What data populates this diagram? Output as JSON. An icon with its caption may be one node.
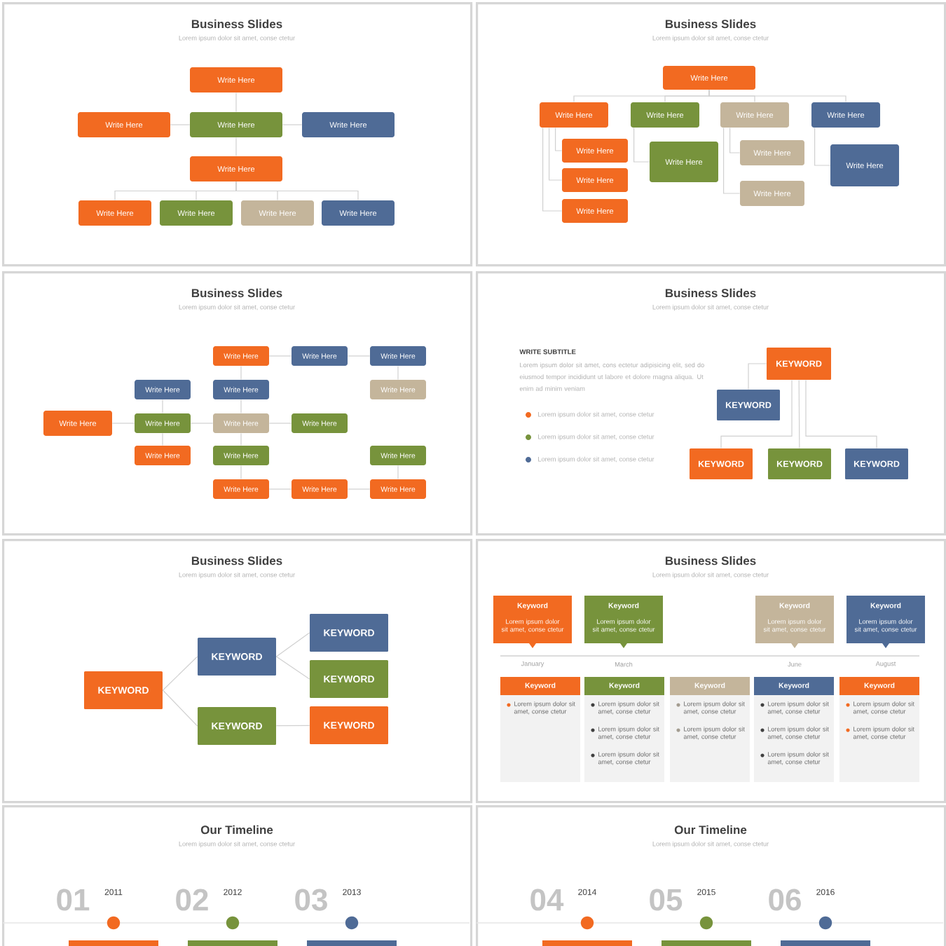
{
  "diagram": {
    "nodes": [
      {
        "text": [
          "Business Slides",
          "Lorem ipsum dolor sit amet, conse ctetur"
        ]
      },
      {
        "text": [
          "Write Here"
        ],
        "in": 0
      },
      {
        "text": [
          "Write Here"
        ],
        "in": 0
      },
      {
        "text": [
          "Write Here"
        ],
        "in": 0
      },
      {
        "text": [
          "Write Here"
        ],
        "in": 0
      },
      {
        "text": [
          "Write Here"
        ],
        "in": 0
      },
      {
        "text": [
          "Write Here"
        ],
        "in": 0
      },
      {
        "text": [
          "Write Here"
        ],
        "in": 0
      },
      {
        "text": [
          "Write Here"
        ],
        "in": 0
      },
      {
        "text": [
          "Write Here"
        ],
        "in": 0
      },
      {
        "text": [
          "Business Slides",
          "Lorem ipsum dolor sit amet, conse ctetur"
        ]
      },
      {
        "text": [
          "Write Here"
        ],
        "in": 10
      },
      {
        "text": [
          "Write Here"
        ],
        "in": 10
      },
      {
        "text": [
          "Write Here"
        ],
        "in": 10
      },
      {
        "text": [
          "Write Here"
        ],
        "in": 10
      },
      {
        "text": [
          "Write Here"
        ],
        "in": 10
      },
      {
        "text": [
          "Write Here"
        ],
        "in": 10
      },
      {
        "text": [
          "Write Here"
        ],
        "in": 10
      },
      {
        "text": [
          "Write Here"
        ],
        "in": 10
      },
      {
        "text": [
          "Write Here"
        ],
        "in": 10
      },
      {
        "text": [
          "Write Here"
        ],
        "in": 10
      },
      {
        "text": [
          "Write Here"
        ],
        "in": 10
      },
      {
        "text": [
          "Write Here"
        ],
        "in": 10
      },
      {
        "text": [
          "Business Slides",
          "Lorem ipsum dolor sit amet, conse ctetur"
        ]
      },
      {
        "text": [
          "Write Here"
        ],
        "in": 23
      },
      {
        "text": [
          "Write Here"
        ],
        "in": 23
      },
      {
        "text": [
          "Write Here"
        ],
        "in": 23
      },
      {
        "text": [
          "Write Here"
        ],
        "in": 23
      },
      {
        "text": [
          "Write Here"
        ],
        "in": 23
      },
      {
        "text": [
          "Write Here"
        ],
        "in": 23
      },
      {
        "text": [
          "Write Here"
        ],
        "in": 23
      },
      {
        "text": [
          "Write Here"
        ],
        "in": 23
      },
      {
        "text": [
          "Write Here"
        ],
        "in": 23
      },
      {
        "text": [
          "Write Here"
        ],
        "in": 23
      },
      {
        "text": [
          "Write Here"
        ],
        "in": 23
      },
      {
        "text": [
          "Write Here"
        ],
        "in": 23
      },
      {
        "text": [
          "Write Here"
        ],
        "in": 23
      },
      {
        "text": [
          "Write Here"
        ],
        "in": 23
      },
      {
        "text": [
          "Write Here"
        ],
        "in": 23
      },
      {
        "text": [
          "Write Here"
        ],
        "in": 23
      },
      {
        "text": [
          "Business Slides",
          "Lorem ipsum dolor sit amet, conse ctetur"
        ]
      },
      {
        "text": [
          "KEYWORD"
        ],
        "in": 40
      },
      {
        "text": [
          "KEYWORD"
        ],
        "in": 40
      },
      {
        "text": [
          "KEYWORD"
        ],
        "in": 40
      },
      {
        "text": [
          "KEYWORD"
        ],
        "in": 40
      },
      {
        "text": [
          "KEYWORD"
        ],
        "in": 40
      },
      {
        "text": [
          "Business Slides",
          "Lorem ipsum dolor sit amet, conse ctetur"
        ]
      },
      {
        "text": [
          "KEYWORD"
        ],
        "in": 46
      },
      {
        "text": [
          "KEYWORD"
        ],
        "in": 46
      },
      {
        "text": [
          "KEYWORD"
        ],
        "in": 46
      },
      {
        "text": [
          "KEYWORD"
        ],
        "in": 46
      },
      {
        "text": [
          "KEYWORD"
        ],
        "in": 46
      },
      {
        "text": [
          "KEYWORD"
        ],
        "in": 46
      },
      {
        "text": [
          "Business Slides",
          "Lorem ipsum dolor sit amet, conse ctetur"
        ]
      },
      {
        "text": [
          "Keyword",
          "Lorem ipsum dolor sit amet, conse ctetur"
        ],
        "in": 53
      },
      {
        "text": [
          "Keyword",
          "Lorem ipsum dolor sit amet, conse ctetur"
        ],
        "in": 53
      },
      {
        "text": [
          "Keyword",
          "Lorem ipsum dolor sit amet, conse ctetur"
        ],
        "in": 53
      },
      {
        "text": [
          "Keyword",
          "Lorem ipsum dolor sit amet, conse ctetur"
        ],
        "in": 53
      },
      {
        "text": [
          "Keyword",
          "Lorem ipsum dolor sit amet, conse ctetur"
        ],
        "in": 53
      },
      {
        "text": [
          "Keyword",
          "Lorem ipsum dolor sit amet, conse ctetur",
          "Lorem ipsum dolor sit amet, conse ctetur",
          "Lorem ipsum dolor sit amet, conse ctetur"
        ],
        "in": 53
      },
      {
        "text": [
          "Keyword",
          "Lorem ipsum dolor sit amet, conse ctetur",
          "Lorem ipsum dolor sit amet, conse ctetur"
        ],
        "in": 53
      },
      {
        "text": [
          "Keyword",
          "Lorem ipsum dolor sit amet, conse ctetur",
          "Lorem ipsum dolor sit amet, conse ctetur",
          "Lorem ipsum dolor sit amet, conse ctetur"
        ],
        "in": 53
      },
      {
        "text": [
          "Keyword",
          "Lorem ipsum dolor sit amet, conse ctetur",
          "Lorem ipsum dolor sit amet, conse ctetur"
        ],
        "in": 53
      },
      {
        "text": [
          "Our Timeline",
          "Lorem ipsum dolor sit amet, conse ctetur"
        ]
      },
      {
        "text": [],
        "shape": "box",
        "in": 63
      },
      {
        "text": [],
        "shape": "box",
        "in": 63
      },
      {
        "text": [],
        "shape": "box",
        "in": 63
      },
      {
        "text": [
          "Our Timeline",
          "Lorem ipsum dolor sit amet, conse ctetur"
        ]
      },
      {
        "text": [],
        "shape": "box",
        "in": 67
      },
      {
        "text": [],
        "shape": "box",
        "in": 67
      },
      {
        "text": [],
        "shape": "box",
        "in": 67
      }
    ],
    "edges": [
      {
        "from": 1,
        "to": 3,
        "arrow": "none"
      },
      {
        "from": 3,
        "to": 2,
        "arrow": "none"
      },
      {
        "from": 3,
        "to": 4,
        "arrow": "none"
      },
      {
        "from": 3,
        "to": 5,
        "arrow": "none"
      },
      {
        "from": 5,
        "to": 6,
        "arrow": "none"
      },
      {
        "from": 5,
        "to": 7,
        "arrow": "none"
      },
      {
        "from": 5,
        "to": 8,
        "arrow": "none"
      },
      {
        "from": 5,
        "to": 9,
        "arrow": "none"
      },
      {
        "from": 11,
        "to": 12,
        "arrow": "none"
      },
      {
        "from": 11,
        "to": 13,
        "arrow": "none"
      },
      {
        "from": 11,
        "to": 14,
        "arrow": "none"
      },
      {
        "from": 11,
        "to": 15,
        "arrow": "none"
      },
      {
        "from": 12,
        "to": 16,
        "arrow": "none"
      },
      {
        "from": 12,
        "to": 17,
        "arrow": "none"
      },
      {
        "from": 12,
        "to": 18,
        "arrow": "none"
      },
      {
        "from": 13,
        "to": 19,
        "arrow": "none"
      },
      {
        "from": 14,
        "to": 20,
        "arrow": "none"
      },
      {
        "from": 14,
        "to": 21,
        "arrow": "none"
      },
      {
        "from": 15,
        "to": 22,
        "arrow": "none"
      },
      {
        "from": 24,
        "to": 26,
        "arrow": "none"
      },
      {
        "from": 26,
        "to": 25,
        "arrow": "none"
      },
      {
        "from": 26,
        "to": 27,
        "arrow": "none"
      },
      {
        "from": 26,
        "to": 30,
        "arrow": "none"
      },
      {
        "from": 30,
        "to": 29,
        "arrow": "none"
      },
      {
        "from": 29,
        "to": 28,
        "arrow": "none"
      },
      {
        "from": 30,
        "to": 31,
        "arrow": "none"
      },
      {
        "from": 31,
        "to": 32,
        "arrow": "none"
      },
      {
        "from": 28,
        "to": 33,
        "arrow": "none"
      },
      {
        "from": 33,
        "to": 36,
        "arrow": "none"
      },
      {
        "from": 36,
        "to": 37,
        "arrow": "none"
      },
      {
        "from": 30,
        "to": 34,
        "arrow": "none"
      },
      {
        "from": 32,
        "to": 35,
        "arrow": "none"
      },
      {
        "from": 35,
        "to": 39,
        "arrow": "none"
      },
      {
        "from": 39,
        "to": 38,
        "arrow": "none"
      },
      {
        "from": 41,
        "to": 42,
        "arrow": "none"
      },
      {
        "from": 41,
        "to": 43,
        "arrow": "none"
      },
      {
        "from": 41,
        "to": 44,
        "arrow": "none"
      },
      {
        "from": 41,
        "to": 45,
        "arrow": "none"
      },
      {
        "from": 47,
        "to": 48,
        "arrow": "none"
      },
      {
        "from": 47,
        "to": 49,
        "arrow": "none"
      },
      {
        "from": 48,
        "to": 50,
        "arrow": "none"
      },
      {
        "from": 48,
        "to": 51,
        "arrow": "none"
      },
      {
        "from": 49,
        "to": 52,
        "arrow": "none"
      }
    ],
    "labels": [
      "WRITE SUBTITLE",
      "Lorem ipsum dolor sit amet, cons ectetur adipisicing elit, sed do eiusmod tempor incididunt ut labore et dolore magna aliqua. Ut enim ad minim veniam",
      "Lorem ipsum dolor sit amet, conse ctetur",
      "Lorem ipsum dolor sit amet, conse ctetur",
      "Lorem ipsum dolor sit amet, conse ctetur",
      "January",
      "March",
      "June",
      "August",
      "01",
      "2011",
      "02",
      "2012",
      "03",
      "2013",
      "04",
      "2014",
      "05",
      "2015",
      "06",
      "2016"
    ]
  }
}
